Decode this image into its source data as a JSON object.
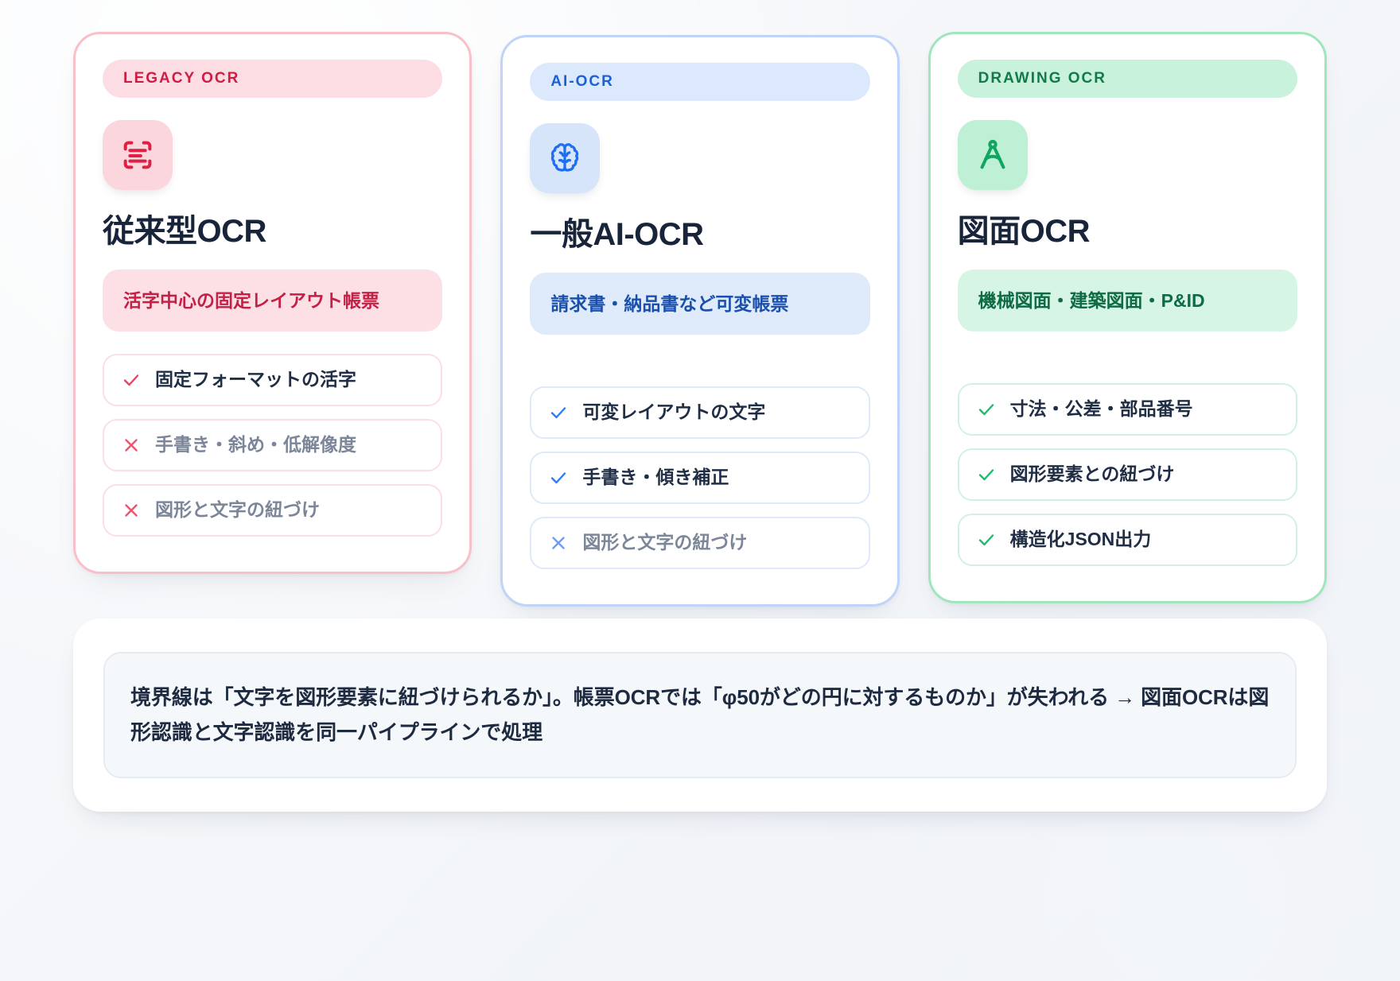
{
  "cards": [
    {
      "key": "legacy",
      "badge": "LEGACY OCR",
      "icon": "scan-text-icon",
      "title": "従来型OCR",
      "subject": "活字中心の固定レイアウト帳票",
      "features": [
        {
          "mark": "check-icon",
          "state": "yes",
          "label": "固定フォーマットの活字"
        },
        {
          "mark": "cross-icon",
          "state": "no",
          "label": "手書き・斜め・低解像度"
        },
        {
          "mark": "cross-icon",
          "state": "no",
          "label": "図形と文字の紐づけ"
        }
      ],
      "colors": {
        "border": "#f9c0ca",
        "badge_bg": "#fcdde3",
        "badge_text": "#d01c42",
        "icon_bg": "#fcd6dd",
        "icon_fg": "#e01f46",
        "subject_bg": "#fde0e6",
        "subject_text": "#c41f44",
        "mark": "#e8436a"
      }
    },
    {
      "key": "ai",
      "badge": "AI-OCR",
      "icon": "brain-icon",
      "title": "一般AI-OCR",
      "subject": "請求書・納品書など可変帳票",
      "features": [
        {
          "mark": "check-icon",
          "state": "yes",
          "label": "可変レイアウトの文字"
        },
        {
          "mark": "check-icon",
          "state": "yes",
          "label": "手書き・傾き補正"
        },
        {
          "mark": "cross-icon",
          "state": "no",
          "label": "図形と文字の紐づけ"
        }
      ],
      "colors": {
        "border": "#bfd4f7",
        "badge_bg": "#dce8fb",
        "badge_text": "#1b5fd9",
        "icon_bg": "#d7e5fb",
        "icon_fg": "#1f6df0",
        "subject_bg": "#dfeafb",
        "subject_text": "#1a50ad",
        "mark": "#2f7df0"
      }
    },
    {
      "key": "drawing",
      "badge": "DRAWING OCR",
      "icon": "compass-icon",
      "title": "図面OCR",
      "subject": "機械図面・建築図面・P&ID",
      "features": [
        {
          "mark": "check-icon",
          "state": "yes",
          "label": "寸法・公差・部品番号"
        },
        {
          "mark": "check-icon",
          "state": "yes",
          "label": "図形要素との紐づけ"
        },
        {
          "mark": "check-icon",
          "state": "yes",
          "label": "構造化JSON出力"
        }
      ],
      "colors": {
        "border": "#9fe6bd",
        "badge_bg": "#c9f2dc",
        "badge_text": "#12794b",
        "icon_bg": "#bdf0d4",
        "icon_fg": "#10a561",
        "subject_bg": "#d6f5e4",
        "subject_text": "#0f6b45",
        "mark": "#22b86f"
      }
    }
  ],
  "note": {
    "text": "境界線は「文字を図形要素に紐づけられるか」。帳票OCRでは「φ50がどの円に対するものか」が失われる → 図面OCRは図形認識と文字認識を同一パイプラインで処理"
  }
}
